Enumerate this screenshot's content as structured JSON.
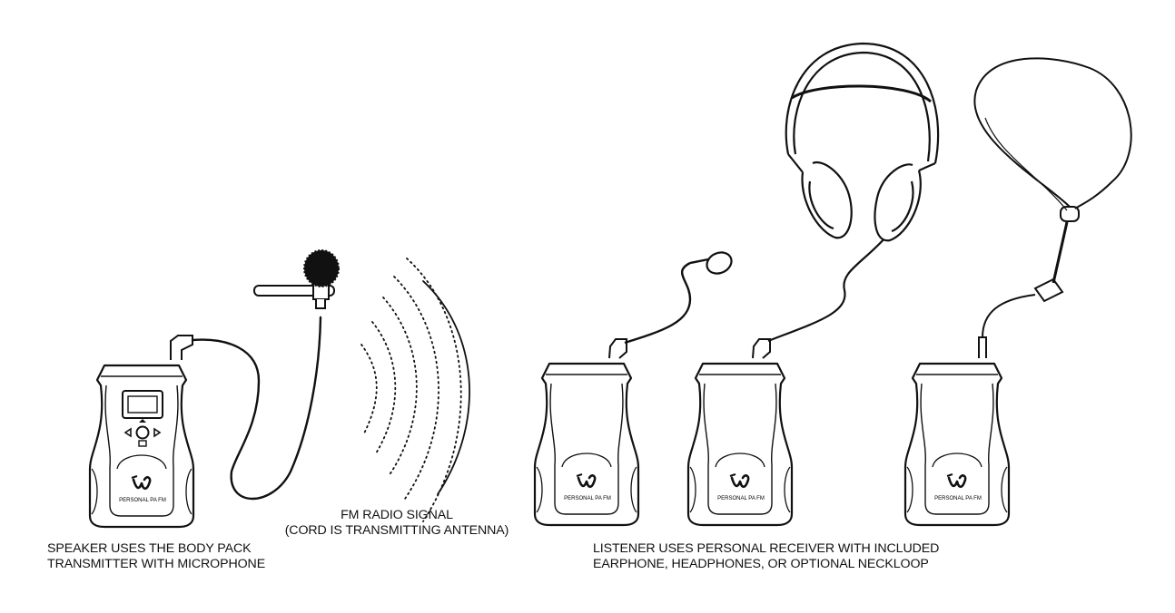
{
  "brand": {
    "device_label": "PERSONAL PA FM",
    "logo_icon": "wave-logo-icon"
  },
  "captions": {
    "speaker": {
      "line1": "SPEAKER USES THE BODY PACK",
      "line2": "TRANSMITTER WITH MICROPHONE"
    },
    "signal": {
      "line1": "FM RADIO SIGNAL",
      "line2": "(CORD IS TRANSMITTING ANTENNA)"
    },
    "listener": {
      "line1": "LISTENER USES PERSONAL RECEIVER WITH INCLUDED",
      "line2": "EARPHONE, HEADPHONES, OR OPTIONAL NECKLOOP"
    }
  },
  "colors": {
    "ink": "#111111",
    "background": "#ffffff"
  }
}
